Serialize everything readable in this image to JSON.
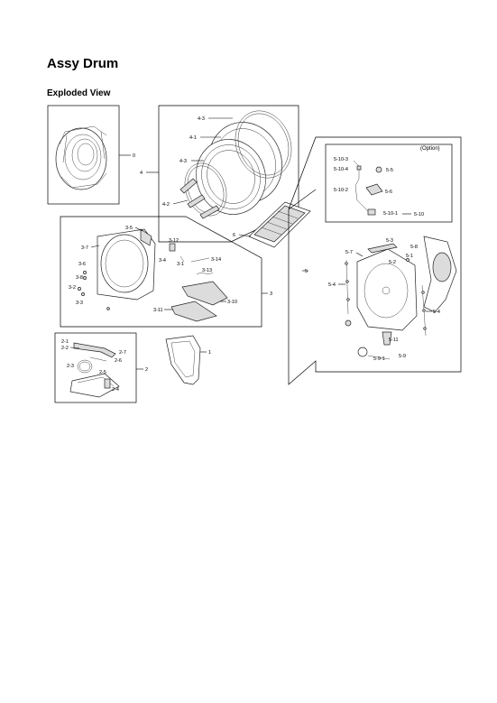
{
  "page": {
    "title": "Assy Drum",
    "section": "Exploded View"
  },
  "callouts": {
    "c0": "0",
    "c4": "4",
    "c4_3a": "4-3",
    "c4_1": "4-1",
    "c4_3b": "4-3",
    "c4_2": "4-2",
    "c6": "6",
    "c3_5": "3-5",
    "c3_7": "3-7",
    "c3_12": "3-12",
    "c3_4": "3-4",
    "c3_1": "3-1",
    "c3_14": "3-14",
    "c3_6": "3-6",
    "c3_13": "3-13",
    "c3_8": "3-8",
    "c3_2": "3-2",
    "c3_3": "3-3",
    "c3_10": "3-10",
    "c3": "3",
    "c3_11": "3-11",
    "c2_1": "2-1",
    "c2_2": "2-2",
    "c2_7": "2-7",
    "c2_6": "2-6",
    "c2_3": "2-3",
    "c2_5": "2-5",
    "c2_4": "2-4",
    "c2": "2",
    "c1": "1",
    "option": "(Option)",
    "c5_10_3": "5-10-3",
    "c5_10_4": "5-10-4",
    "c5_5": "5-5",
    "c5_10_2": "5-10-2",
    "c5_6": "5-6",
    "c5_10_1": "5-10-1",
    "c5_10": "5-10",
    "c5_3": "5-3",
    "c5_7": "5-7",
    "c5_8": "5-8",
    "c5_1": "5-1",
    "c5_2": "5-2",
    "c5": "5",
    "c5_4a": "5-4",
    "c5_4b": "5-4",
    "c5_11": "5-11",
    "c5_9": "5-9",
    "c5_9_1": "5-9-1"
  }
}
